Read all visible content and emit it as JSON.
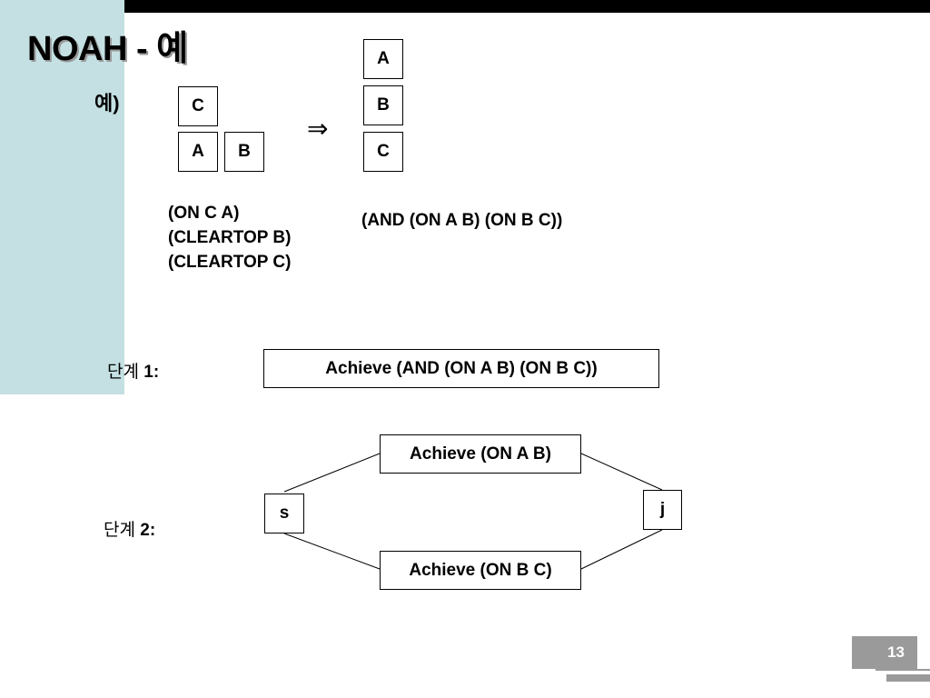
{
  "slide": {
    "title": "NOAH - 예",
    "example_label": "예)",
    "page_number": "13"
  },
  "initial_state": {
    "blocks": {
      "top": "C",
      "bottom_left": "A",
      "bottom_right": "B"
    },
    "conditions": [
      "(ON C A)",
      "(CLEARTOP B)",
      "(CLEARTOP C)"
    ]
  },
  "arrow_symbol": "⇒",
  "goal_state": {
    "blocks": [
      "A",
      "B",
      "C"
    ],
    "condition": "(AND (ON A B) (ON B C))"
  },
  "stage1": {
    "label_prefix": "단계 ",
    "label_number": "1:",
    "node": "Achieve (AND (ON A B) (ON B C))"
  },
  "stage2": {
    "label_prefix": "단계 ",
    "label_number": "2:",
    "start_node": "s",
    "join_node": "j",
    "upper_node": "Achieve (ON A B)",
    "lower_node": "Achieve (ON B C)"
  }
}
